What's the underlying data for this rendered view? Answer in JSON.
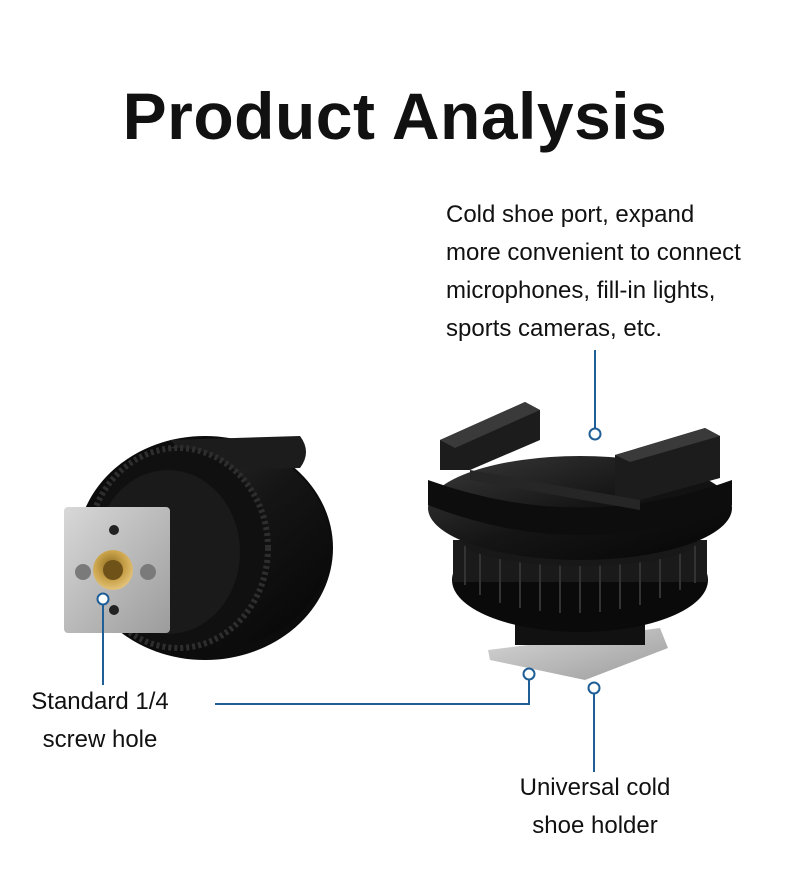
{
  "title": "Product Analysis",
  "callouts": {
    "cold_shoe_port": [
      "Cold shoe port, expand",
      "more convenient to connect",
      "microphones, fill-in lights,",
      "sports cameras, etc."
    ],
    "screw_hole": [
      "Standard 1/4",
      "screw hole"
    ],
    "shoe_holder": [
      "Universal cold",
      "shoe holder"
    ]
  },
  "colors": {
    "leader_line": "#1f5f96",
    "product_black": "#141414",
    "metal_plate": "#b8b8b8",
    "brass": "#c9a24a"
  }
}
